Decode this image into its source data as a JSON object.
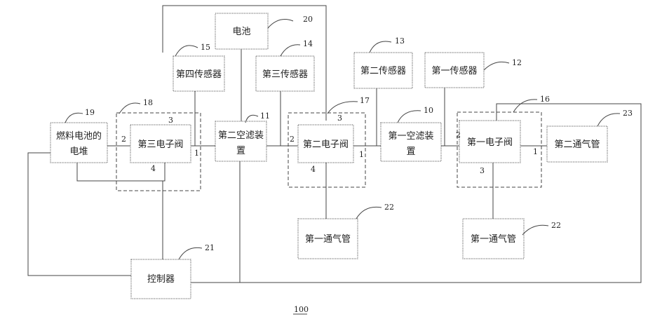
{
  "boxes": {
    "battery": "电池",
    "fourth_sensor": "第四传感器",
    "third_sensor": "第三传感器",
    "second_sensor": "第二传感器",
    "first_sensor": "第一传感器",
    "fuel_cell_stack": [
      "燃料电池的",
      "电堆"
    ],
    "third_valve": "第三电子阀",
    "second_air_filter": [
      "第二空滤装",
      "置"
    ],
    "second_valve": "第二电子阀",
    "first_air_filter": [
      "第一空滤装",
      "置"
    ],
    "first_valve": "第一电子阀",
    "second_vent_pipe": "第二通气管",
    "first_vent_pipe_a": "第一通气管",
    "first_vent_pipe_b": "第一通气管",
    "controller": "控制器"
  },
  "refs": {
    "r20": "20",
    "r15": "15",
    "r14": "14",
    "r13": "13",
    "r12": "12",
    "r19": "19",
    "r18": "18",
    "r11": "11",
    "r17": "17",
    "r10": "10",
    "r16": "16",
    "r23": "23",
    "r22a": "22",
    "r22b": "22",
    "r21": "21"
  },
  "ports": {
    "v3_p3": "3",
    "v3_p2": "2",
    "v3_p1": "1",
    "v3_p4": "4",
    "v2_p3": "3",
    "v2_p2": "2",
    "v2_p1": "1",
    "v2_p4": "4",
    "v1_p2": "2",
    "v1_p1": "1",
    "v1_p3": "3"
  },
  "figure_number": "100"
}
